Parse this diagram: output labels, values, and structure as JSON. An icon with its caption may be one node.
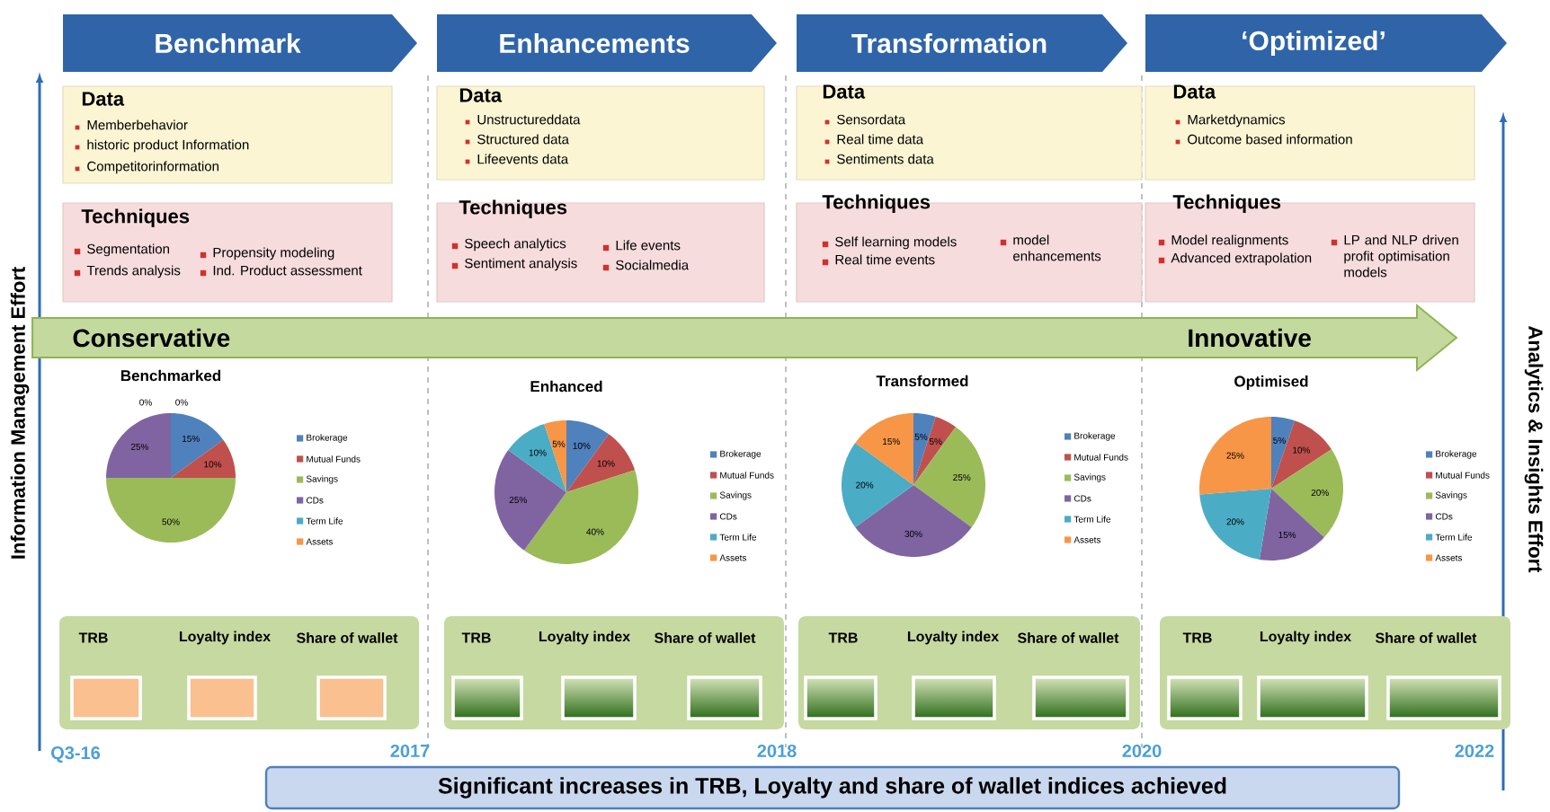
{
  "diagram": {
    "nodes": [
      {
        "text": [
          "Benchmark"
        ]
      },
      {
        "text": [
          "Data",
          "Memberbehavior",
          "historic product Information",
          "Competitorinformation"
        ]
      },
      {
        "text": [
          "Techniques",
          "Segmentation",
          "Propensity modeling",
          "Trends analysis",
          "Ind. Product assessment"
        ]
      },
      {
        "text": [
          "Enhancements"
        ]
      },
      {
        "text": [
          "Data",
          "Unstructureddata",
          "Structured data",
          "Lifeevents data"
        ]
      },
      {
        "text": [
          "Techniques",
          "Speech analytics",
          "Life events",
          "Sentiment analysis",
          "Socialmedia"
        ]
      },
      {
        "text": [
          "Transformation"
        ]
      },
      {
        "text": [
          "Data",
          "Sensordata",
          "Real time data",
          "Sentiments data"
        ]
      },
      {
        "text": [
          "Techniques",
          "Self learning models",
          "Real time events",
          "model enhancements"
        ]
      },
      {
        "text": [
          "‘Optimized’"
        ]
      },
      {
        "text": [
          "Data",
          "Marketdynamics",
          "Outcome based information"
        ]
      },
      {
        "text": [
          "Techniques",
          "Model realignments",
          "Advanced extrapolation",
          "LP and NLP driven profit optimisation models"
        ]
      },
      {
        "text": [
          "Conservative",
          "Innovative"
        ]
      },
      {
        "text": [
          "TRB",
          "Loyalty index",
          "Share of wallet"
        ]
      },
      {
        "text": [],
        "shape": "bar",
        "in": 13
      },
      {
        "text": [],
        "shape": "bar",
        "in": 13
      },
      {
        "text": [],
        "shape": "bar",
        "in": 13
      },
      {
        "text": [
          "TRB",
          "Loyalty index",
          "Share of wallet"
        ]
      },
      {
        "text": [],
        "shape": "bar",
        "in": 17
      },
      {
        "text": [],
        "shape": "bar",
        "in": 17
      },
      {
        "text": [],
        "shape": "bar",
        "in": 17
      },
      {
        "text": [
          "TRB",
          "Loyalty index",
          "Share of wallet"
        ]
      },
      {
        "text": [],
        "shape": "bar",
        "in": 21
      },
      {
        "text": [],
        "shape": "bar",
        "in": 21
      },
      {
        "text": [],
        "shape": "bar",
        "in": 21
      },
      {
        "text": [
          "TRB",
          "Loyalty index",
          "Share of wallet"
        ]
      },
      {
        "text": [],
        "shape": "bar",
        "in": 25
      },
      {
        "text": [],
        "shape": "bar",
        "in": 25
      },
      {
        "text": [],
        "shape": "bar",
        "in": 25
      },
      {
        "text": [
          "Significant increases in TRB, Loyalty and share of wallet indices achieved"
        ]
      }
    ],
    "labels": [
      "Information Management Effort",
      "Analytics & Insights Effort",
      "Q3-16",
      "2017",
      "2018",
      "2020",
      "2022"
    ],
    "chart_data": [
      {
        "type": "pie",
        "title": "Benchmarked",
        "categories": [
          "Brokerage",
          "Mutual Funds",
          "Savings",
          "CDs",
          "Term Life",
          "Assets"
        ],
        "values": [
          15,
          10,
          50,
          25,
          0,
          0
        ],
        "legend": "right",
        "value_labels": [
          "15%",
          "10%",
          "50%",
          "25%",
          "0%",
          "0%"
        ]
      },
      {
        "type": "pie",
        "title": "Enhanced",
        "categories": [
          "Brokerage",
          "Mutual Funds",
          "Savings",
          "CDs",
          "Term Life",
          "Assets"
        ],
        "values": [
          10,
          10,
          40,
          25,
          10,
          5
        ],
        "legend": "right",
        "value_labels": [
          "10%",
          "10%",
          "40%",
          "25%",
          "10%",
          "5%"
        ]
      },
      {
        "type": "pie",
        "title": "Transformed",
        "categories": [
          "Brokerage",
          "Mutual Funds",
          "Savings",
          "CDs",
          "Term Life",
          "Assets"
        ],
        "values": [
          5,
          5,
          25,
          30,
          20,
          15
        ],
        "legend": "right",
        "value_labels": [
          "5%",
          "5%",
          "25%",
          "30%",
          "20%",
          "15%"
        ]
      },
      {
        "type": "pie",
        "title": "Optimised",
        "categories": [
          "Brokerage",
          "Mutual Funds",
          "Savings",
          "CDs",
          "Term Life",
          "Assets"
        ],
        "values": [
          5,
          10,
          20,
          15,
          20,
          25
        ],
        "legend": "right",
        "value_labels": [
          "5%",
          "10%",
          "20%",
          "15%",
          "20%",
          "25%"
        ]
      }
    ]
  }
}
